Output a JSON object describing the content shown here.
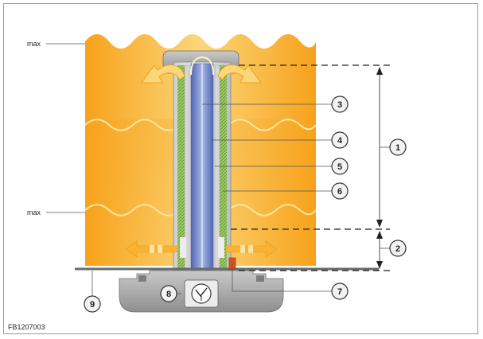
{
  "labels": {
    "max_top": "max",
    "max_bottom": "max",
    "code": "FB1207003"
  },
  "callouts": [
    "1",
    "2",
    "3",
    "4",
    "5",
    "6",
    "7",
    "8",
    "9"
  ],
  "colors": {
    "oil_light": "#fce9a6",
    "oil_dark": "#f7a21b",
    "filter_green": "#9ccc65",
    "core_blue": "#6f86c9",
    "housing_grey": "#a7a7a7",
    "arrow_orange": "#f9b233",
    "sensor_red": "#d9531e"
  }
}
